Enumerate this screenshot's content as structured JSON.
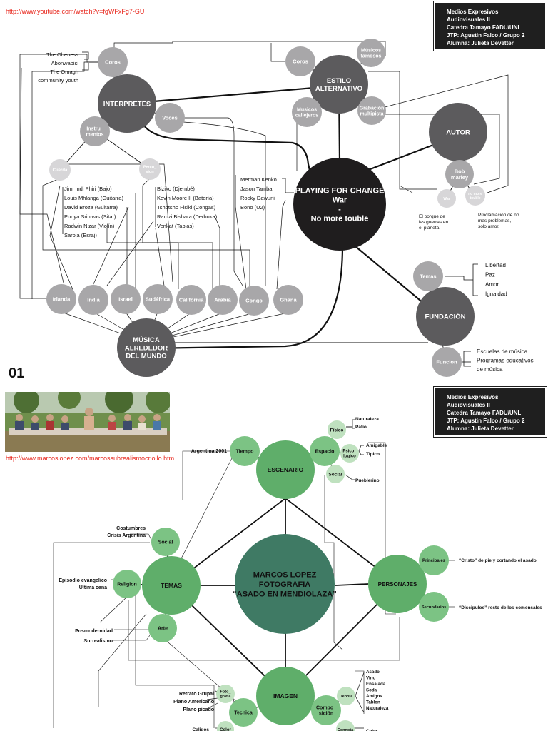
{
  "page_number": "01",
  "top": {
    "url": "http://www.youtube.com/watch?v=fgWFxFg7-GU",
    "infobox": [
      "Medios Expresivos Audiovisuales II",
      "Catedra Tamayo FADU/UNL",
      "JTP: Agustin Falco / Grupo 2",
      "Alumna: Julieta Devetter"
    ],
    "center": [
      "PLAYING FOR CHANGE",
      "War",
      "-",
      "No more touble"
    ],
    "nodes": {
      "interpretes": "INTERPRETES",
      "estilo": [
        "ESTILO",
        "ALTERNATIVO"
      ],
      "autor": "AUTOR",
      "fundacion": "FUNDACIÓN",
      "musica": [
        "MÚSICA",
        "ALREDEDOR",
        "DEL MUNDO"
      ],
      "coros_left": "Coros",
      "coros_right": "Coros",
      "voces": "Voces",
      "instrumentos": [
        "Instru_",
        "mentos"
      ],
      "musicos_famosos": [
        "Músicos",
        "famosos"
      ],
      "musicos_callejeros": [
        "Musicos",
        "callejeros"
      ],
      "grabacion": [
        "Grabación",
        "multipista"
      ],
      "cuerda": "Cuerda",
      "percusion": [
        "Percu_",
        "sion"
      ],
      "bob": [
        "Bob",
        "marley"
      ],
      "war": "War",
      "no_more": [
        "no more",
        "touble"
      ],
      "temas": "Temas",
      "funcion": "Funcion",
      "places": [
        "Irlanda",
        "India",
        "Israel",
        "Sudáfrica",
        "California",
        "Arabia",
        "Congo",
        "Ghana"
      ]
    },
    "choir_list": [
      "The Obeness",
      "Abonwabisi",
      "The Omagh",
      "community youth"
    ],
    "string_players": [
      "Jimi Indi Phiri (Bajo)",
      "Louis Mhlanga (Guitarra)",
      "David Broza (Guitarra)",
      "Punya Srinivas (Sitar)",
      "Radwin Nizar (Violín)",
      "Saroja (Esraj)"
    ],
    "percussion_players": [
      "Biziko (Djembé)",
      "Kevin Moore II (Batería)",
      "Tshotsho Fisiki (Congas)",
      "Ramzi Bishara (Derbuka)",
      "Venkat (Tablas)"
    ],
    "famous_list": [
      "Merman Kenko",
      "Jason Tamba",
      "Rocky Dawuni",
      "Bono (U2)"
    ],
    "war_note": [
      "El porque de",
      "las guerras en",
      "el planeta."
    ],
    "nomore_note": [
      "Proclamación de no",
      "mas problemas,",
      "solo amor."
    ],
    "temas_list": [
      "Libertad",
      "Paz",
      "Amor",
      "Igualdad"
    ],
    "funcion_list": [
      "Escuelas de música",
      "Programas educativos",
      "de música"
    ]
  },
  "bottom": {
    "url": "http://www.marcoslopez.com/marcossubrealismocriollo.htm",
    "infobox": [
      "Medios Expresivos Audiovisuales II",
      "Catedra Tamayo FADU/UNL",
      "JTP: Agustin Falco / Grupo 2",
      "Alumna: Julieta Devetter"
    ],
    "center": [
      "MARCOS LOPEZ",
      "FOTOGRAFIA",
      "“ASADO EN MENDIOLAZA”"
    ],
    "nodes": {
      "escenario": "ESCENARIO",
      "temas": "TEMAS",
      "personajes": "PERSONAJES",
      "imagen": "IMAGEN",
      "tiempo": "Tiempo",
      "espacio": "Espacio",
      "fisico": "Físico",
      "psico": [
        "Psico_",
        "logico"
      ],
      "social_esc": "Social",
      "social": "Social",
      "religion": "Religion",
      "arte": "Arte",
      "principales": "Principales",
      "secundarios": "Secundarios",
      "tecnica": "Tecnica",
      "foto": [
        "Foto_",
        "grafia"
      ],
      "color": "Color",
      "composicion": [
        "Compo_",
        "sición"
      ],
      "denota": "Denota",
      "connota": "Connota"
    },
    "argentina": "Argentina 2001",
    "fisico_list": [
      "Naturaleza",
      "Patio"
    ],
    "psico_list": [
      "Amigable",
      "Tipico"
    ],
    "social_esc_list": [
      "Pueblerino"
    ],
    "social_list": [
      "Costumbres",
      "Crisis Argentina"
    ],
    "religion_list": [
      "Episodio evangelico",
      "Ultima cena"
    ],
    "arte_list": [
      "Posmodernidad",
      "Surrealismo"
    ],
    "principales_text": "“Cristo” de pie y cortando el asado",
    "secundarios_text": "“Discipulos” resto de los comensales",
    "foto_list": [
      "Retrato Grupal",
      "Plano Americano",
      "Plano picado"
    ],
    "color_list": [
      "Calidos"
    ],
    "denota_list": [
      "Asado",
      "Vino",
      "Ensalada",
      "Soda",
      "Amigos",
      "Tablon",
      "Naturaleza"
    ],
    "connota_list": [
      "Color"
    ]
  },
  "colors": {
    "dark": "#1f1d1e",
    "mid": "#5c5b5d",
    "light": "#a8a7a9",
    "pale": "#d7d6d8",
    "teal": "#3f7a64",
    "green": "#5fae6a",
    "lightgreen": "#7cc384",
    "palegreen": "#bfe1bf",
    "link": "#e8261c"
  }
}
